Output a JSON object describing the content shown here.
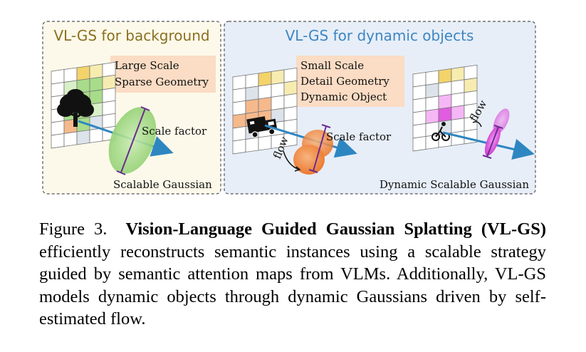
{
  "figure": {
    "left_panel": {
      "title": "VL-GS for background",
      "note_lines": [
        "Large Scale",
        "Sparse Geometry"
      ],
      "scale_label": "Scale factor",
      "bottom_label": "Scalable Gaussian",
      "tree_icon": "tree-icon"
    },
    "right_panel": {
      "title": "VL-GS for dynamic objects",
      "note_lines": [
        "Small Scale",
        "Detail Geometry",
        "Dynamic Object"
      ],
      "flow_label_1": "flow",
      "scale_label": "Scale factor",
      "flow_label_2": "flow",
      "bottom_label": "Dynamic Scalable Gaussian",
      "vehicle_icon": "truck-icon",
      "cyclist_icon": "cyclist-icon"
    },
    "colors": {
      "left_bg": "#fdf9ea",
      "left_title": "#8a7020",
      "right_bg": "#e7eef8",
      "right_title": "#3d86c2",
      "note_bg": "#fbdcc4",
      "arrow": "#2e86c1",
      "gaussian_green": "#a9d98e",
      "gaussian_orange": "#f08a3c",
      "gaussian_magenta": "#d63ad6",
      "axis_purple": "#6a2d8f"
    }
  },
  "caption": {
    "prefix": "Figure 3.",
    "bold_title": "Vision-Language Guided Gaussian Splatting (VL-GS)",
    "body": "efficiently reconstructs semantic instances using a scalable strategy guided by semantic attention maps from VLMs. Additionally, VL-GS models dynamic objects through dynamic Gaussians driven by self-estimated flow."
  }
}
